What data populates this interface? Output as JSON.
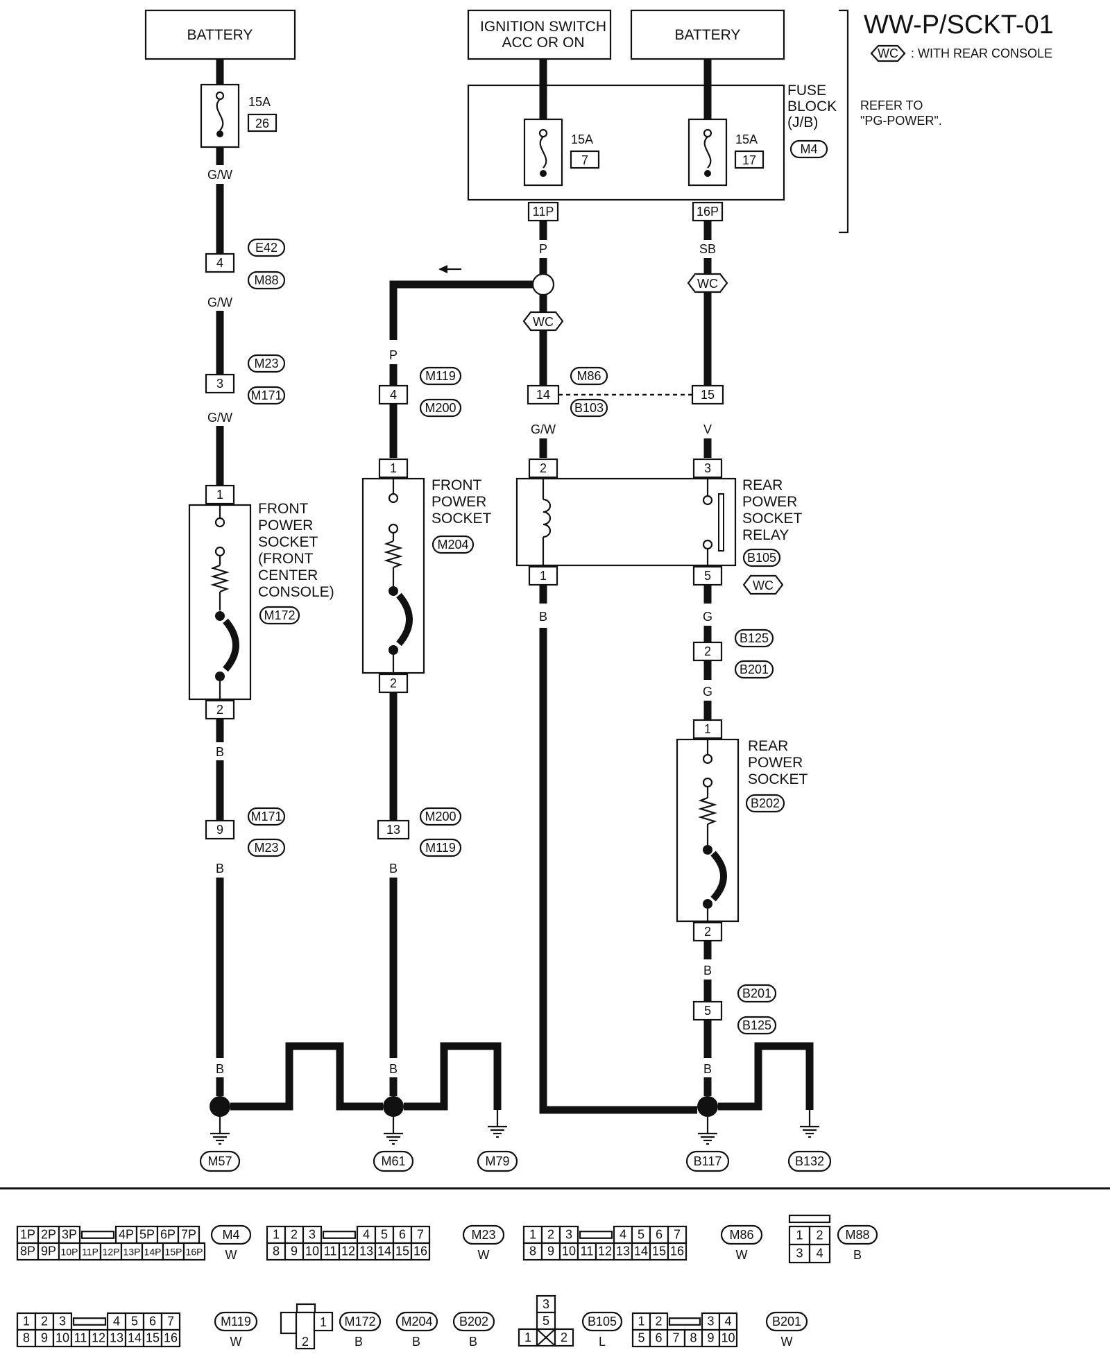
{
  "diagram": {
    "code": "WW-P/SCKT-01",
    "legend_symbol": "WC",
    "legend_text": ": WITH REAR CONSOLE",
    "refer_to": [
      "REFER TO",
      "\"PG-POWER\"."
    ]
  },
  "sources": {
    "battery_left": "BATTERY",
    "ignition": [
      "IGNITION SWITCH",
      "ACC OR ON"
    ],
    "battery_right": "BATTERY"
  },
  "fuse_block": {
    "label": [
      "FUSE",
      "BLOCK",
      "(J/B)"
    ],
    "connector": "M4",
    "fuses": [
      {
        "rating": "15A",
        "number": "26"
      },
      {
        "rating": "15A",
        "number": "7",
        "terminal": "11P"
      },
      {
        "rating": "15A",
        "number": "17",
        "terminal": "16P"
      }
    ]
  },
  "wire_colors": {
    "gw": "G/W",
    "p": "P",
    "sb": "SB",
    "v": "V",
    "b": "B",
    "g": "G"
  },
  "connectors": {
    "e42": "E42",
    "m88": "M88",
    "m23": "M23",
    "m171": "M171",
    "m119": "M119",
    "m200": "M200",
    "m86": "M86",
    "b103": "B103",
    "b105": "B105",
    "b125": "B125",
    "b201": "B201",
    "b202": "B202",
    "m172": "M172",
    "m204": "M204"
  },
  "pins": {
    "p4": "4",
    "p3": "3",
    "p1": "1",
    "p2": "2",
    "p9": "9",
    "p13": "13",
    "p14": "14",
    "p15": "15",
    "p5": "5"
  },
  "components": {
    "front_socket_console": [
      "FRONT",
      "POWER",
      "SOCKET",
      "(FRONT",
      "CENTER",
      "CONSOLE)"
    ],
    "front_socket": [
      "FRONT",
      "POWER",
      "SOCKET"
    ],
    "relay": [
      "REAR",
      "POWER",
      "SOCKET",
      "RELAY"
    ],
    "rear_socket": [
      "REAR",
      "POWER",
      "SOCKET"
    ]
  },
  "grounds": [
    "M57",
    "M61",
    "M79",
    "B117",
    "B132"
  ],
  "connector_views": [
    {
      "id": "M4",
      "color": "W",
      "rows": [
        [
          "1P",
          "2P",
          "3P",
          "",
          "4P",
          "5P",
          "6P",
          "7P"
        ],
        [
          "8P",
          "9P",
          "10P",
          "11P",
          "12P",
          "13P",
          "14P",
          "15P",
          "16P"
        ]
      ]
    },
    {
      "id": "M23",
      "color": "W",
      "rows": [
        [
          "1",
          "2",
          "3",
          "",
          "4",
          "5",
          "6",
          "7"
        ],
        [
          "8",
          "9",
          "10",
          "11",
          "12",
          "13",
          "14",
          "15",
          "16"
        ]
      ]
    },
    {
      "id": "M86",
      "color": "W",
      "rows": [
        [
          "1",
          "2",
          "3",
          "",
          "4",
          "5",
          "6",
          "7"
        ],
        [
          "8",
          "9",
          "10",
          "11",
          "12",
          "13",
          "14",
          "15",
          "16"
        ]
      ]
    },
    {
      "id": "M88",
      "color": "B",
      "rows": [
        [
          "1",
          "2"
        ],
        [
          "3",
          "4"
        ]
      ]
    },
    {
      "id": "M119",
      "color": "W",
      "rows": [
        [
          "1",
          "2",
          "3",
          "",
          "4",
          "5",
          "6",
          "7"
        ],
        [
          "8",
          "9",
          "10",
          "11",
          "12",
          "13",
          "14",
          "15",
          "16"
        ]
      ]
    },
    {
      "id": "M172",
      "id2": "M204",
      "id3": "B202",
      "color": "B",
      "color2": "B",
      "color3": "B",
      "rows": [
        [
          "1"
        ],
        [
          "2"
        ]
      ]
    },
    {
      "id": "B105",
      "color": "L",
      "rows": [
        [
          "3"
        ],
        [
          "5"
        ],
        [
          "1",
          "",
          "2"
        ]
      ]
    },
    {
      "id": "B201",
      "color": "W",
      "rows": [
        [
          "1",
          "2",
          "",
          "3",
          "4"
        ],
        [
          "5",
          "6",
          "7",
          "8",
          "9",
          "10"
        ]
      ]
    }
  ]
}
